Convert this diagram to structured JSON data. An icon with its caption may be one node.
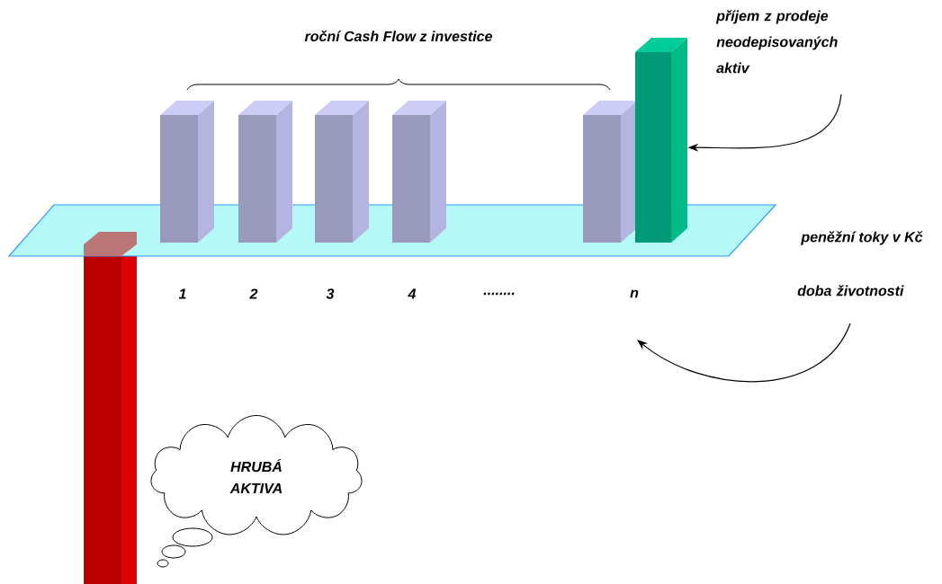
{
  "diagram": {
    "nodes": [
      {
        "text": [
          "příjem z prodeje neodepisovaných aktiv"
        ]
      },
      {
        "text": [],
        "shape": "bar"
      },
      {
        "text": [
          "doba životnosti"
        ]
      },
      {
        "text": [
          "HRUBÁ AKTIVA"
        ]
      }
    ],
    "edges": [
      {
        "from": 0,
        "to": 1,
        "arrow": "to"
      },
      {
        "from": 2,
        "to": null,
        "arrow": "to"
      }
    ],
    "labels": [
      "roční Cash Flow z investice",
      "peněžní toky v Kč",
      "1",
      "2",
      "3",
      "4",
      "........",
      "n"
    ]
  }
}
